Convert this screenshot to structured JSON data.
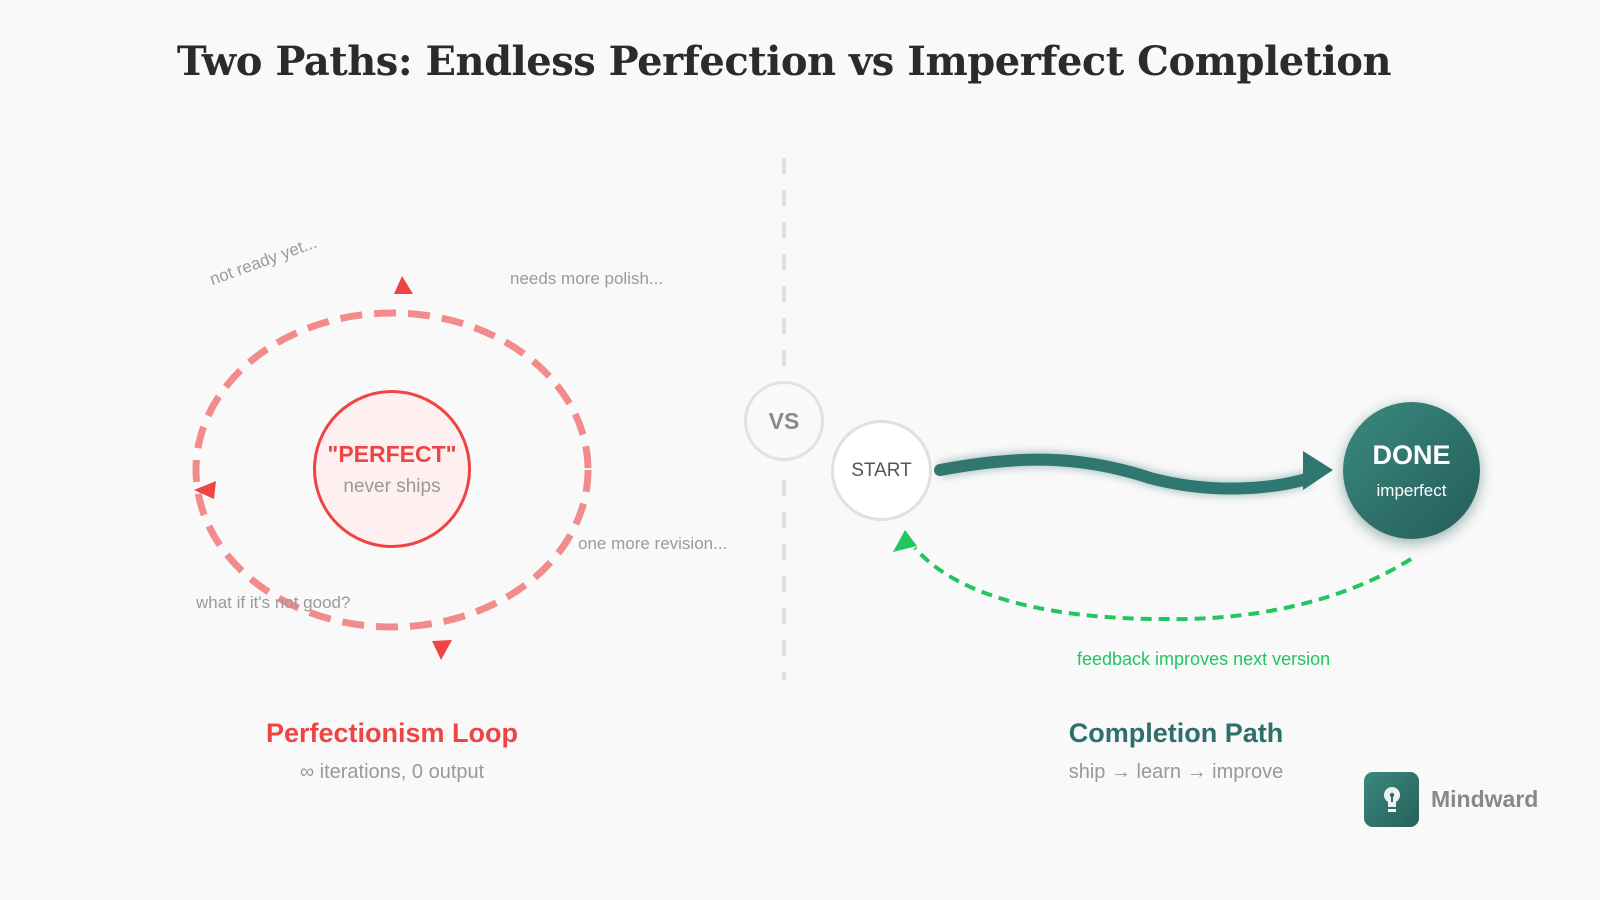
{
  "title": "Two Paths: Endless Perfection vs Imperfect Completion",
  "left": {
    "thoughts": {
      "not_ready": "not ready yet...",
      "needs_polish": "needs more polish...",
      "one_more": "one more revision...",
      "what_if": "what if it's not good?"
    },
    "center": {
      "label": "\"PERFECT\"",
      "sublabel": "never ships"
    },
    "caption": {
      "title": "Perfectionism Loop",
      "subtitle": "∞ iterations, 0 output"
    },
    "colors": {
      "accent": "#ef4444",
      "loop": "#f28b8b",
      "fill": "#fef0f0"
    }
  },
  "divider": {
    "label": "VS"
  },
  "right": {
    "start": {
      "label": "START"
    },
    "done": {
      "label": "DONE",
      "sublabel": "imperfect"
    },
    "feedback": "feedback improves next version",
    "caption": {
      "title": "Completion Path",
      "subtitle": "ship → learn → improve"
    },
    "colors": {
      "accent": "#2d7069",
      "feedback": "#22c55e"
    }
  },
  "brand": {
    "name": "Mindward",
    "icon": "lightbulb-icon"
  }
}
